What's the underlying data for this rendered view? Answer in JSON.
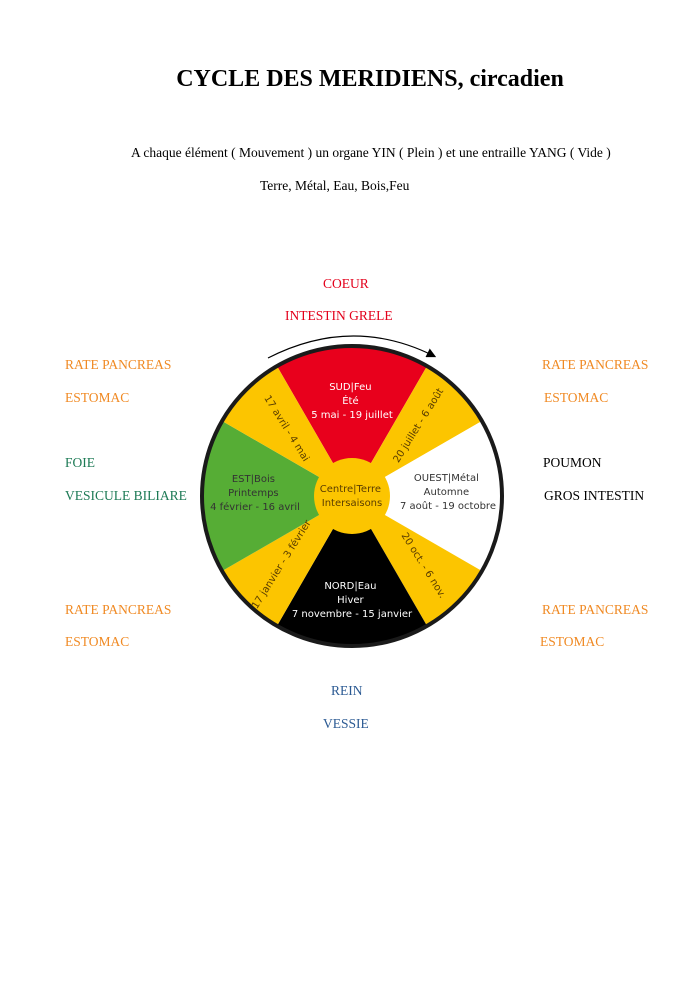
{
  "title": "CYCLE DES MERIDIENS, circadien",
  "subtitle": "A chaque élément ( Mouvement )  un organe YIN ( Plein ) et une entraille YANG ( Vide )",
  "elements_line": "Terre, Métal, Eau, Bois,Feu",
  "labels": {
    "top": [
      "COEUR",
      "INTESTIN GRELE"
    ],
    "top_left": [
      "RATE PANCREAS",
      "ESTOMAC"
    ],
    "top_right": [
      "RATE PANCREAS",
      "ESTOMAC"
    ],
    "left": [
      "FOIE",
      "VESICULE BILIARE"
    ],
    "right": [
      "POUMON",
      "GROS INTESTIN"
    ],
    "bottom_left": [
      "RATE  PANCREAS",
      "ESTOMAC"
    ],
    "bottom_right": [
      "RATE  PANCREAS",
      "ESTOMAC"
    ],
    "bottom": [
      "REIN",
      "VESSIE"
    ]
  },
  "wheel": {
    "center": [
      "Centre|Terre",
      "Intersaisons"
    ],
    "sud": [
      "SUD|Feu",
      "Été",
      "5 mai - 19 juillet"
    ],
    "ouest": [
      "OUEST|Métal",
      "Automne",
      "7 août - 19 octobre"
    ],
    "nord": [
      "NORD|Eau",
      "Hiver",
      "7 novembre - 15 janvier"
    ],
    "est": [
      "EST|Bois",
      "Printemps",
      "4 février - 16 avril"
    ],
    "transitions": [
      "20 juillet - 6 août",
      "20 oct. - 6 nov.",
      "17 janvier - 3 février",
      "17 avril - 4 mai"
    ],
    "colors": {
      "feu": "#e8001c",
      "terre": "#fcc500",
      "metal": "#ffffff",
      "eau": "#000000",
      "bois": "#56ad35"
    }
  }
}
